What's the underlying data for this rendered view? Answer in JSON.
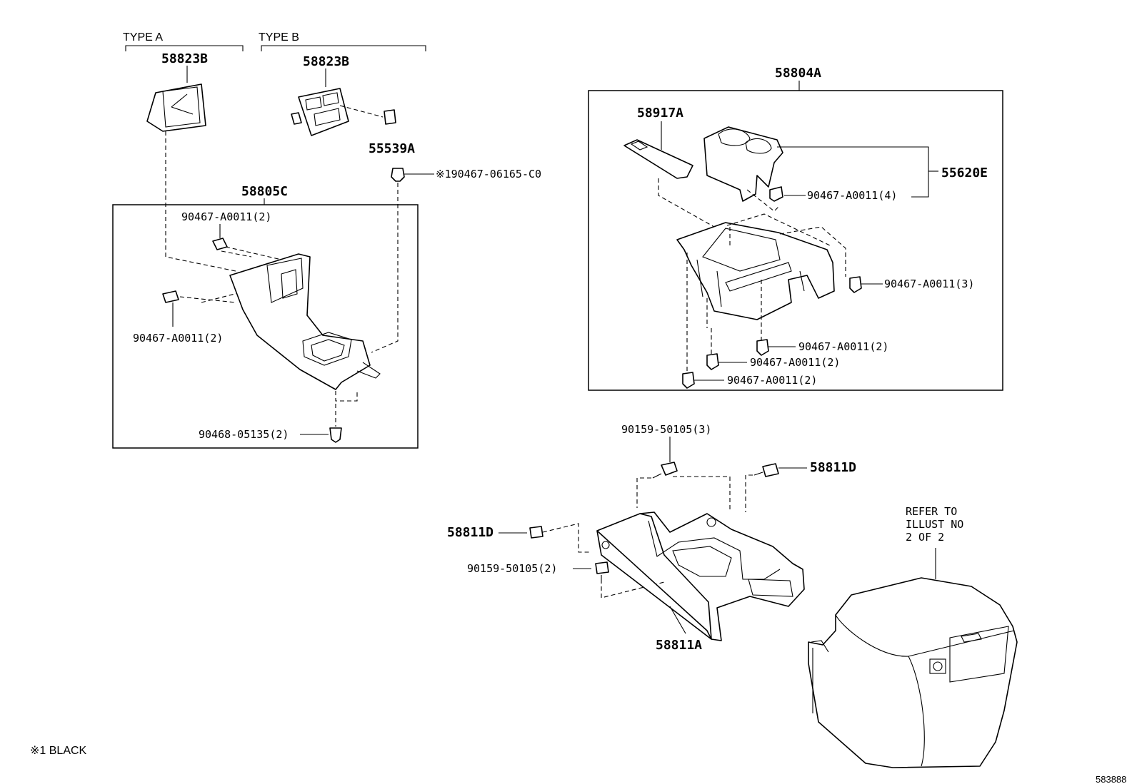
{
  "groups": {
    "type_a": "TYPE A",
    "type_b": "TYPE B"
  },
  "parts": {
    "p58823b_a": "58823B",
    "p58823b_b": "58823B",
    "p55539a": "55539A",
    "p90467_06165": "※190467-06165-C0",
    "p58805c": "58805C",
    "c_left_top": "90467-A0011(2)",
    "c_left_mid": "90467-A0011(2)",
    "p90468": "90468-05135(2)",
    "p58804a": "58804A",
    "p58917a": "58917A",
    "p55620e": "55620E",
    "c_r4": "90467-A0011(4)",
    "c_r3": "90467-A0011(3)",
    "c_r2a": "90467-A0011(2)",
    "c_r2b": "90467-A0011(2)",
    "c_r2c": "90467-A0011(2)",
    "p90159_3": "90159-50105(3)",
    "p58811d_r": "58811D",
    "p58811d_l": "58811D",
    "p90159_2": "90159-50105(2)",
    "p58811a": "58811A"
  },
  "refer": {
    "line1": "REFER TO",
    "line2": "ILLUST NO",
    "line3": "2 OF 2"
  },
  "footnote": "※1 BLACK",
  "diagram_id": "583888"
}
